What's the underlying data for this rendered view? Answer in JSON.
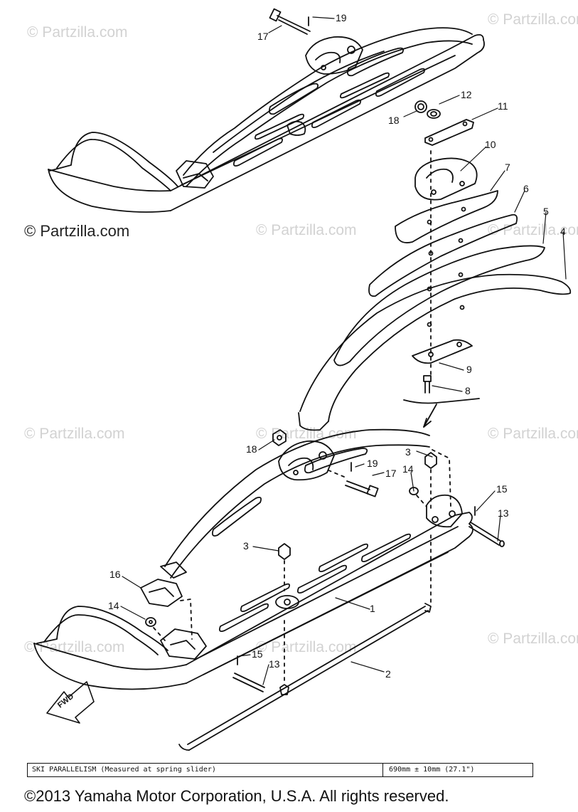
{
  "watermarks": {
    "light_text": "© Partzilla.com",
    "dark_text": "© Partzilla.com"
  },
  "labels": {
    "p1": "1",
    "p2": "2",
    "p3a": "3",
    "p3b": "3",
    "p4": "4",
    "p5": "5",
    "p6": "6",
    "p7": "7",
    "p8": "8",
    "p9": "9",
    "p10": "10",
    "p11": "11",
    "p12": "12",
    "p13a": "13",
    "p13b": "13",
    "p14a": "14",
    "p14b": "14",
    "p15a": "15",
    "p15b": "15",
    "p16": "16",
    "p17a": "17",
    "p17b": "17",
    "p18a": "18",
    "p18b": "18",
    "p19a": "19",
    "p19b": "19",
    "fwd": "FWD"
  },
  "spec_table": {
    "label": "SKI PARALLELISM (Measured at spring slider)",
    "value": "690mm ± 10mm (27.1\")"
  },
  "footer": {
    "copyright": "©2013  Yamaha Motor Corporation, U.S.A. All rights reserved."
  },
  "colors": {
    "line": "#111111",
    "watermark": "#d2d2d2",
    "background": "#ffffff"
  }
}
